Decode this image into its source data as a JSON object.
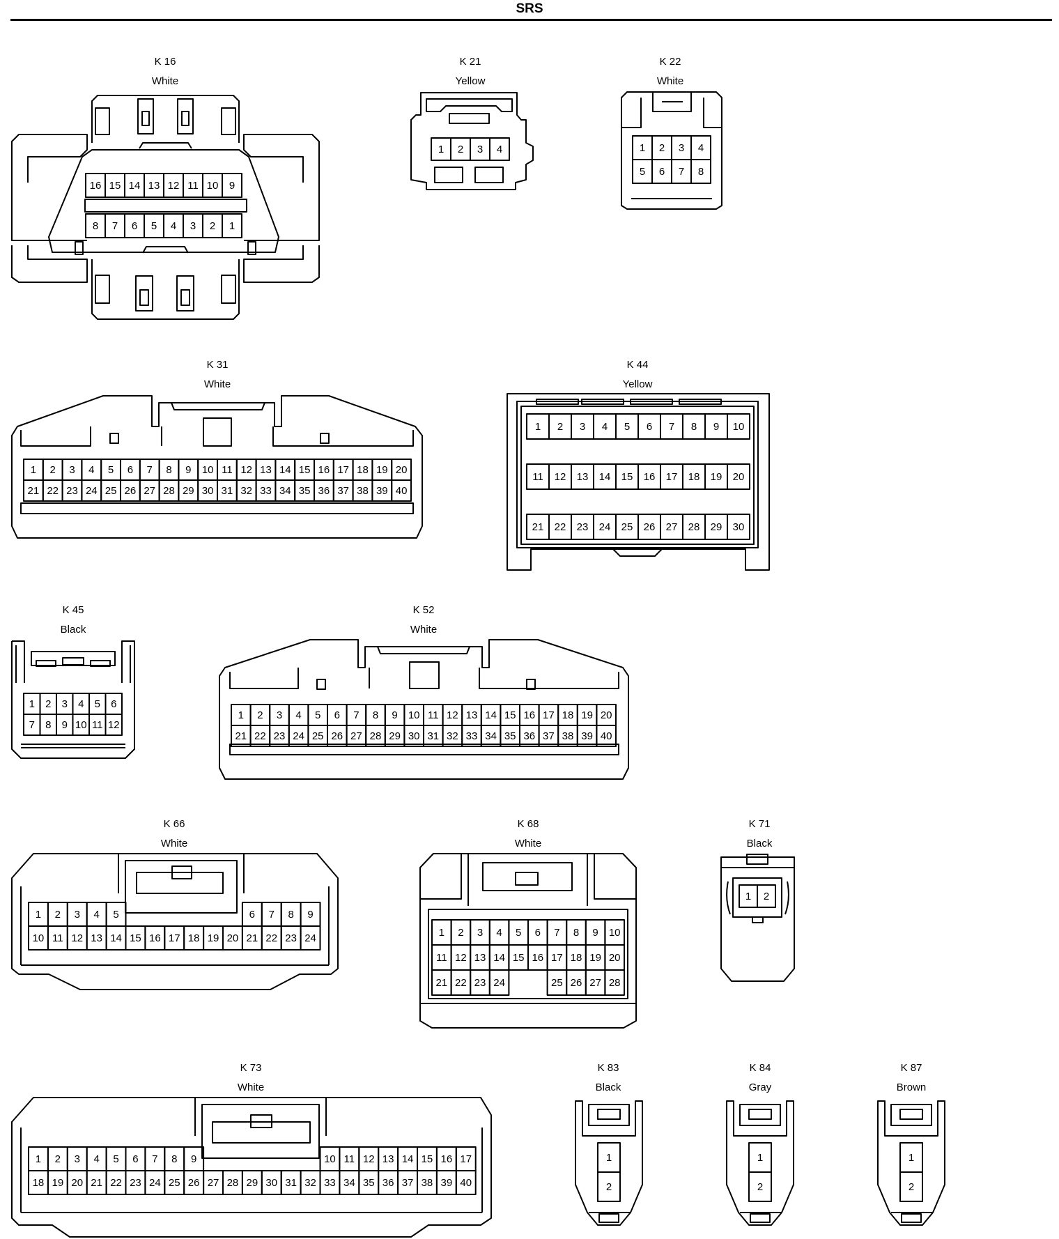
{
  "title": "SRS",
  "connectors": [
    {
      "id": "K 16",
      "color": "White"
    },
    {
      "id": "K 21",
      "color": "Yellow"
    },
    {
      "id": "K 22",
      "color": "White"
    },
    {
      "id": "K 31",
      "color": "White"
    },
    {
      "id": "K 44",
      "color": "Yellow"
    },
    {
      "id": "K 45",
      "color": "Black"
    },
    {
      "id": "K 52",
      "color": "White"
    },
    {
      "id": "K 66",
      "color": "White"
    },
    {
      "id": "K 68",
      "color": "White"
    },
    {
      "id": "K 71",
      "color": "Black"
    },
    {
      "id": "K 73",
      "color": "White"
    },
    {
      "id": "K 83",
      "color": "Black"
    },
    {
      "id": "K 84",
      "color": "Gray"
    },
    {
      "id": "K 87",
      "color": "Brown"
    }
  ],
  "pin_rows": {
    "K 16": [
      [
        "16",
        "15",
        "14",
        "13",
        "12",
        "11",
        "10",
        "9"
      ],
      [
        "8",
        "7",
        "6",
        "5",
        "4",
        "3",
        "2",
        "1"
      ]
    ],
    "K 21": [
      [
        "1",
        "2",
        "3",
        "4"
      ]
    ],
    "K 22": [
      [
        "1",
        "2",
        "3",
        "4"
      ],
      [
        "5",
        "6",
        "7",
        "8"
      ]
    ],
    "K 31": [
      [
        "1",
        "2",
        "3",
        "4",
        "5",
        "6",
        "7",
        "8",
        "9",
        "10",
        "11",
        "12",
        "13",
        "14",
        "15",
        "16",
        "17",
        "18",
        "19",
        "20"
      ],
      [
        "21",
        "22",
        "23",
        "24",
        "25",
        "26",
        "27",
        "28",
        "29",
        "30",
        "31",
        "32",
        "33",
        "34",
        "35",
        "36",
        "37",
        "38",
        "39",
        "40"
      ]
    ],
    "K 44": [
      [
        "1",
        "2",
        "3",
        "4",
        "5",
        "6",
        "7",
        "8",
        "9",
        "10"
      ],
      [
        "11",
        "12",
        "13",
        "14",
        "15",
        "16",
        "17",
        "18",
        "19",
        "20"
      ],
      [
        "21",
        "22",
        "23",
        "24",
        "25",
        "26",
        "27",
        "28",
        "29",
        "30"
      ]
    ],
    "K 45": [
      [
        "1",
        "2",
        "3",
        "4",
        "5",
        "6"
      ],
      [
        "7",
        "8",
        "9",
        "10",
        "11",
        "12"
      ]
    ],
    "K 52": [
      [
        "1",
        "2",
        "3",
        "4",
        "5",
        "6",
        "7",
        "8",
        "9",
        "10",
        "11",
        "12",
        "13",
        "14",
        "15",
        "16",
        "17",
        "18",
        "19",
        "20"
      ],
      [
        "21",
        "22",
        "23",
        "24",
        "25",
        "26",
        "27",
        "28",
        "29",
        "30",
        "31",
        "32",
        "33",
        "34",
        "35",
        "36",
        "37",
        "38",
        "39",
        "40"
      ]
    ],
    "K 66": [
      [
        "1",
        "2",
        "3",
        "4",
        "5",
        "",
        "",
        "",
        "",
        "",
        "",
        "6",
        "7",
        "8",
        "9"
      ],
      [
        "10",
        "11",
        "12",
        "13",
        "14",
        "15",
        "16",
        "17",
        "18",
        "19",
        "20",
        "21",
        "22",
        "23",
        "24"
      ]
    ],
    "K 68": [
      [
        "1",
        "2",
        "3",
        "4",
        "5",
        "6",
        "7",
        "8",
        "9",
        "10"
      ],
      [
        "11",
        "12",
        "13",
        "14",
        "15",
        "16",
        "17",
        "18",
        "19",
        "20"
      ],
      [
        "21",
        "22",
        "23",
        "24",
        "",
        "",
        "25",
        "26",
        "27",
        "28"
      ]
    ],
    "K 71": [
      [
        "1",
        "2"
      ]
    ],
    "K 73": [
      [
        "1",
        "2",
        "3",
        "4",
        "5",
        "6",
        "7",
        "8",
        "9",
        "",
        "",
        "",
        "",
        "",
        "",
        "10",
        "11",
        "12",
        "13",
        "14",
        "15",
        "16",
        "17"
      ],
      [
        "18",
        "19",
        "20",
        "21",
        "22",
        "23",
        "24",
        "25",
        "26",
        "27",
        "28",
        "29",
        "30",
        "31",
        "32",
        "33",
        "34",
        "35",
        "36",
        "37",
        "38",
        "39",
        "40"
      ]
    ],
    "K 83": [
      [
        "1"
      ],
      [
        "2"
      ]
    ],
    "K 84": [
      [
        "1"
      ],
      [
        "2"
      ]
    ],
    "K 87": [
      [
        "1"
      ],
      [
        "2"
      ]
    ]
  }
}
